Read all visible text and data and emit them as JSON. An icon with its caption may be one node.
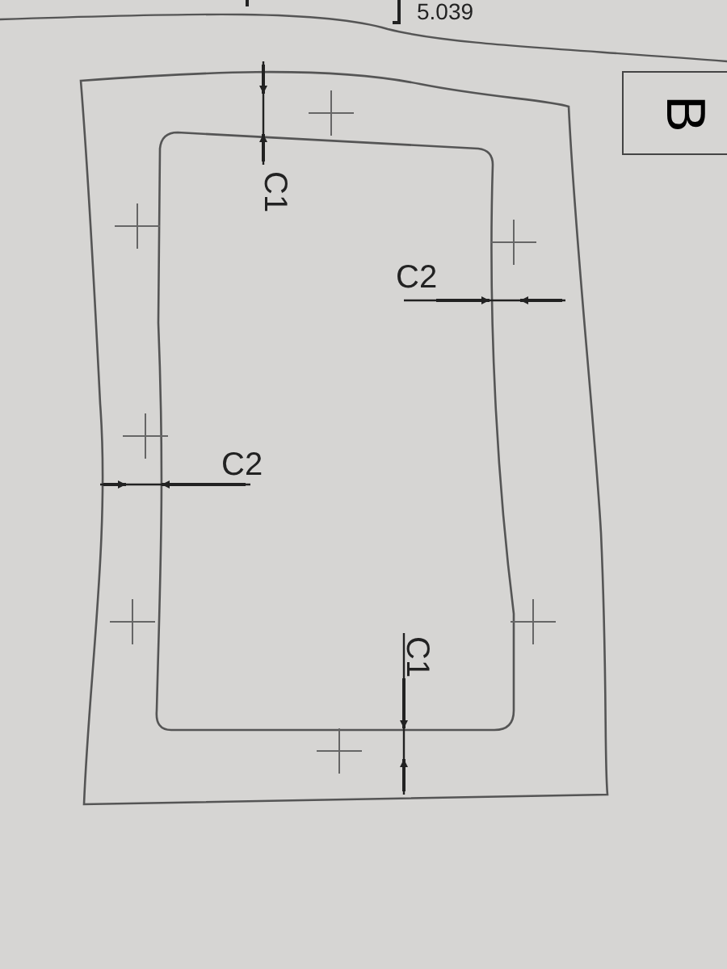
{
  "diagram": {
    "nodes": [
      {
        "text": [
          "B"
        ]
      }
    ],
    "labels": [
      "5.039",
      "C1",
      "C2",
      "C2",
      "C1"
    ]
  }
}
